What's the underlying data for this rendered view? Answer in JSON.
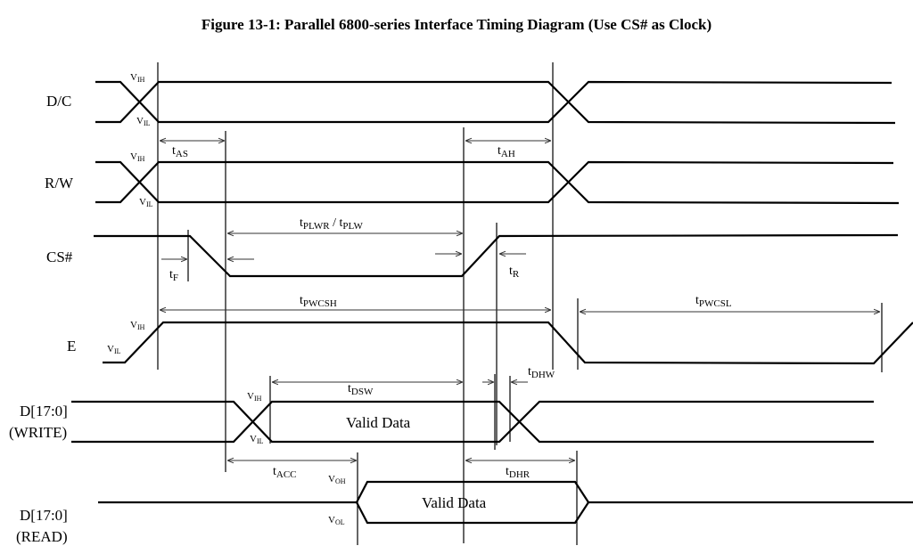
{
  "title": "Figure 13-1: Parallel 6800-series Interface Timing Diagram (Use CS# as Clock)",
  "signals": {
    "dc": "D/C",
    "rw": "R/W",
    "cs": "CS#",
    "e": "E",
    "dwrite_1": "D[17:0]",
    "dwrite_2": "(WRITE)",
    "dread_1": "D[17:0]",
    "dread_2": "(READ)"
  },
  "timing": {
    "tas": {
      "t": "t",
      "sub": "AS"
    },
    "tah": {
      "t": "t",
      "sub": "AH"
    },
    "tplwr": {
      "t": "t",
      "sub": "PLWR",
      "sep": " / t",
      "sub2": "PLW"
    },
    "tf": {
      "t": "t",
      "sub": "F"
    },
    "tr": {
      "t": "t",
      "sub": "R"
    },
    "tpwcsh": {
      "t": "t",
      "sub": "PWCSH"
    },
    "tpwcsl": {
      "t": "t",
      "sub": "PWCSL"
    },
    "tdsw": {
      "t": "t",
      "sub": "DSW"
    },
    "tdhw": {
      "t": "t",
      "sub": "DHW"
    },
    "tacc": {
      "t": "t",
      "sub": "ACC"
    },
    "tdhr": {
      "t": "t",
      "sub": "DHR"
    }
  },
  "levels": {
    "vih": {
      "v": "V",
      "sub": "IH"
    },
    "vil": {
      "v": "V",
      "sub": "IL"
    },
    "voh": {
      "v": "V",
      "sub": "OH"
    },
    "vol": {
      "v": "V",
      "sub": "OL"
    }
  },
  "valid_data_write": "Valid Data",
  "valid_data_read": "Valid Data"
}
